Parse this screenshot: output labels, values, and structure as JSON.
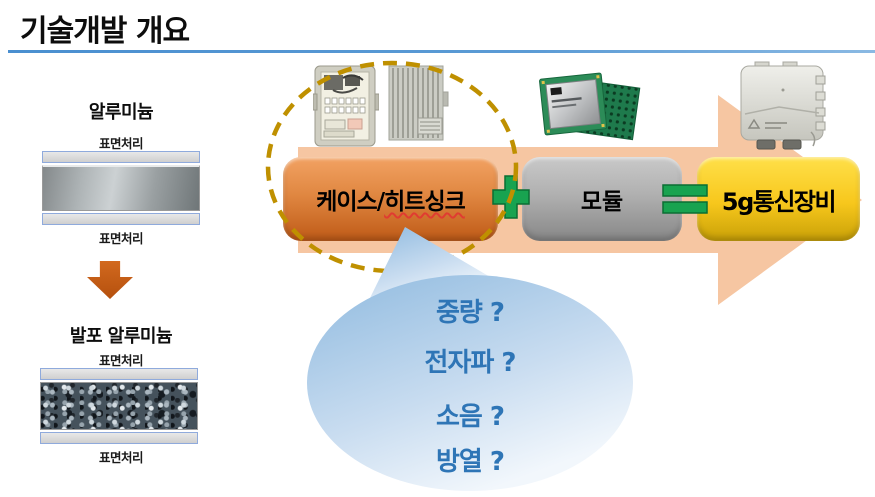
{
  "title": "기술개발 개요",
  "left_panel": {
    "aluminum_label": "알루미늄",
    "surface_label_1": "표면처리",
    "surface_label_2": "표면처리",
    "foam_label": "발포 알루미늄",
    "surface_label_3": "표면처리",
    "surface_label_4": "표면처리"
  },
  "flow": {
    "case_label_part1": "케이스/",
    "case_label_part2": "히트싱크",
    "module_label": "모듈",
    "result_label": "5g통신장비"
  },
  "bubble": {
    "questions": [
      "중량 ?",
      "전자파 ?",
      "소음 ?",
      "방열 ?"
    ]
  },
  "icons": {
    "down_arrow": "down-arrow-icon",
    "plus": "plus-icon",
    "equals": "equals-icon",
    "dashed_ellipse": "dashed-ellipse-icon",
    "flow_arrow": "right-block-arrow",
    "photos": [
      "open-cabinet-photo",
      "heatsink-case-photo",
      "chip-module-photo",
      "5g-device-photo"
    ]
  },
  "colors": {
    "title_underline": "#5B9BD5",
    "flow_arrow_fill": "#F6C6A2",
    "dashed_ellipse": "#BF9000",
    "operator_green": "#18A350",
    "case_box_top": "#F2A263",
    "case_box_bottom": "#BF5A17",
    "module_box_top": "#C9C9C9",
    "module_box_bottom": "#878787",
    "result_box_top": "#FFE049",
    "result_box_bottom": "#C9A107",
    "down_arrow": "#C0540F",
    "bubble_fill_top": "#8FBADF",
    "bubble_fill_bottom": "#F2F7FC",
    "bubble_text": "#2E75B6"
  }
}
